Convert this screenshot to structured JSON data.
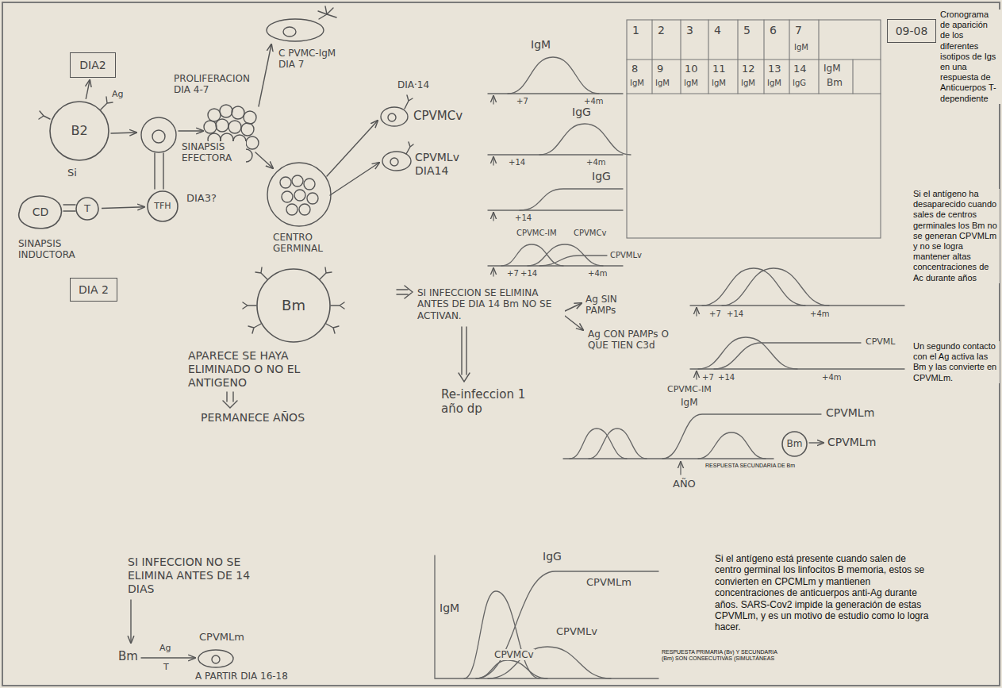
{
  "diagram": {
    "nodes": [
      {
        "text": [
          "09-08"
        ]
      },
      {
        "text": [
          "DIA2"
        ]
      },
      {
        "text": [
          "B2"
        ]
      },
      {
        "text": [
          "CD"
        ]
      },
      {
        "text": [
          "T"
        ]
      },
      {
        "text": [
          "TFH"
        ]
      },
      {
        "text": [
          "DIA 2"
        ]
      },
      {
        "text": [
          "Bm"
        ]
      },
      {
        "text": [
          "Bm"
        ]
      }
    ],
    "edges": [
      {
        "from": 2,
        "to": 1,
        "arrow": "to"
      },
      {
        "from": 4,
        "to": 5,
        "arrow": "to"
      }
    ],
    "labels": [
      "Ag",
      "Si",
      "SINAPSIS EFECTORA",
      "DIA3?",
      "SINAPSIS INDUCTORA",
      "PROLIFERACION DIA 4-7",
      "C PVMC-IgM DIA 7",
      "DIA·14",
      "CPVMCv",
      "CPVMLv DIA14",
      "CENTRO GERMINAL",
      "APARECE SE HAYA ELIMINADO O NO EL ANTIGENO",
      "PERMANECE AÑOS",
      "SI INFECCION SE ELIMINA ANTES DE DIA 14 Bm NO SE ACTIVAN.",
      "Re-infeccion 1 año dp",
      "Ag SIN PAMPs",
      "Ag CON PAMPs O QUE TIEN C3d",
      "SI INFECCION NO SE ELIMINA ANTES DE 14 DIAS",
      "Bm",
      "Ag",
      "T",
      "CPVMLm",
      "A PARTIR DIA 16-18",
      "IgM",
      "+7",
      "+4m",
      "IgG",
      "+14",
      "+4m",
      "IgG",
      "+14",
      "CPVMC-IM",
      "CPVMCv",
      "CPVMLv",
      "+7",
      "+14",
      "+4m",
      "1",
      "2",
      "3",
      "4",
      "5",
      "6",
      "7",
      "IgM",
      "8",
      "IgM",
      "9",
      "IgM",
      "10",
      "IgM",
      "11",
      "IgM",
      "12",
      "IgM",
      "13",
      "IgM",
      "14",
      "IgG",
      "IgM",
      "Bm",
      "Cronograma de aparición de los diferentes isotipos de Igs en una respuesta de Anticuerpos T-dependiente",
      "Si el antígeno ha desaparecido cuando sales de centros germinales los Bm no se generan CPVMLm y no se logra mantener altas concentraciones de Ac durante años",
      "+7",
      "+14",
      "+4m",
      "+7",
      "+14",
      "+4m",
      "CPVML",
      "Un segundo contacto con el Ag activa las Bm y las convierte en CPVMLm.",
      "CPVMC-IM",
      "IgM",
      "CPVMLm",
      "CPVMLm",
      "RESPUESTA SECUNDARIA DE Bm",
      "AÑO",
      "IgG",
      "CPVMLm",
      "IgM",
      "CPVMLv",
      "CPVMCv",
      "RESPUESTA PRIMARIA (Bv) Y SECUNDARIA (Bm) SON CONSECUTIVAS (SIMULTÁNEAS",
      "Si el antígeno está presente cuando salen de centro germinal los linfocitos B memoria, estos se convierten en CPCMLm y mantienen concentraciones de anticuerpos anti-Ag durante años. SARS-Cov2 impide la generación de estas CPVMLm, y es un motivo de estudio como lo logra hacer."
    ]
  }
}
